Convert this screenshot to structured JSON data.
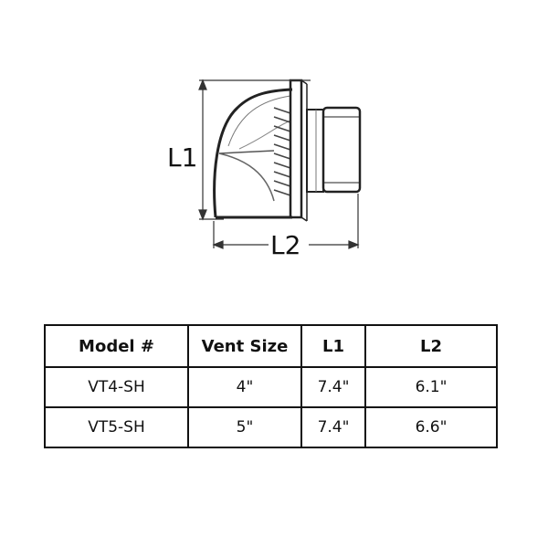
{
  "diagram": {
    "dimension_labels": {
      "height": "L1",
      "depth": "L2"
    }
  },
  "table": {
    "headers": [
      "Model #",
      "Vent Size",
      "L1",
      "L2"
    ],
    "rows": [
      [
        "VT4-SH",
        "4\"",
        "7.4\"",
        "6.1\""
      ],
      [
        "VT5-SH",
        "5\"",
        "7.4\"",
        "6.6\""
      ]
    ]
  }
}
